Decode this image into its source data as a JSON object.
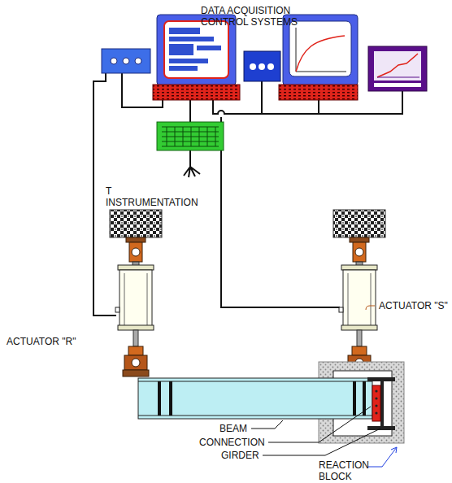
{
  "diagram": {
    "labels": [
      "DATA ACQUISITION CONTROL SYSTEMS",
      "T",
      "INSTRUMENTATION",
      "ACTUATOR \"S\"",
      "ACTUATOR \"R\"",
      "BEAM",
      "CONNECTION",
      "GIRDER",
      "REACTION BLOCK"
    ]
  }
}
